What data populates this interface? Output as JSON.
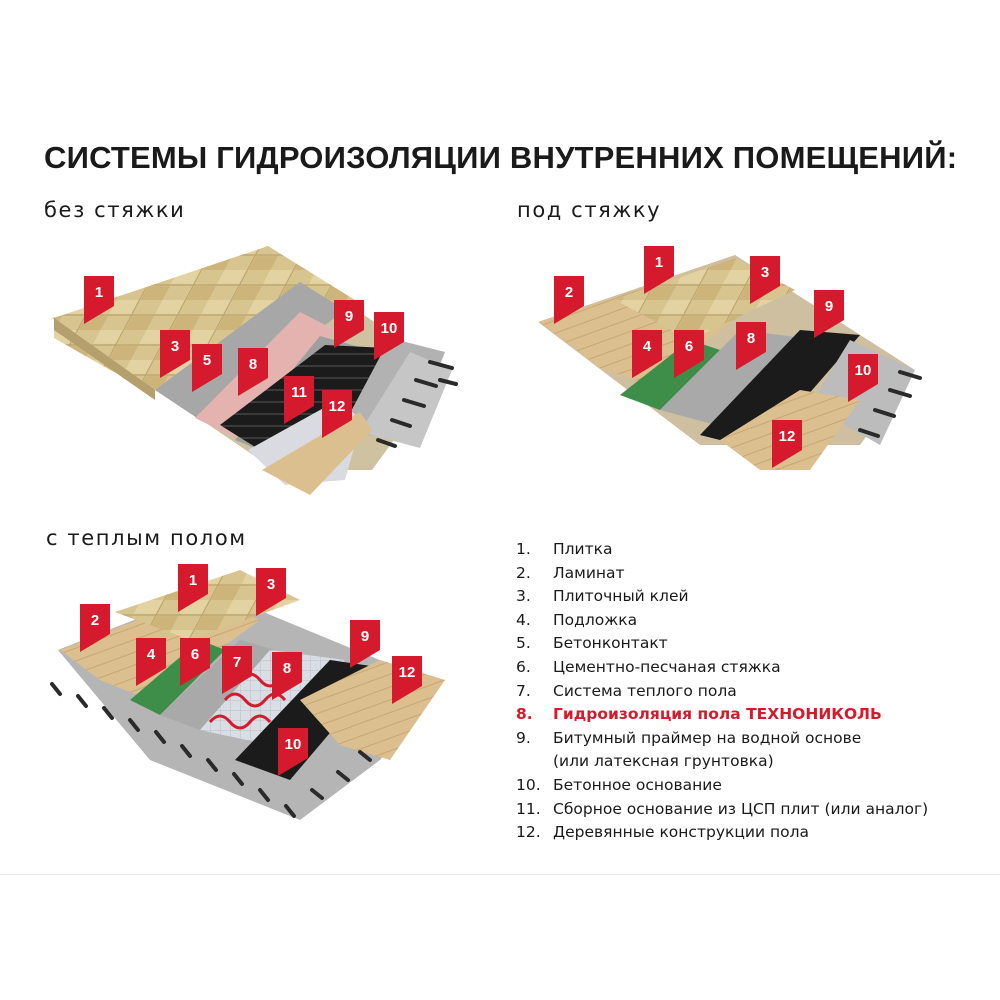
{
  "title": "СИСТЕМЫ ГИДРОИЗОЛЯЦИИ ВНУТРЕННИХ ПОМЕЩЕНИЙ:",
  "colors": {
    "accent": "#d61a2d",
    "tile": "#d6c08c",
    "gray": "#a9a9a9",
    "black": "#1b1b1b",
    "wood": "#dcbf8f",
    "green": "#3f8f4a",
    "pink": "#e5b5b3"
  },
  "diagrams": [
    {
      "label": "без стяжки",
      "markers": [
        {
          "n": "1"
        },
        {
          "n": "3"
        },
        {
          "n": "5"
        },
        {
          "n": "8"
        },
        {
          "n": "9"
        },
        {
          "n": "10"
        },
        {
          "n": "11"
        },
        {
          "n": "12"
        }
      ]
    },
    {
      "label": "под стяжку",
      "markers": [
        {
          "n": "1"
        },
        {
          "n": "2"
        },
        {
          "n": "3"
        },
        {
          "n": "4"
        },
        {
          "n": "6"
        },
        {
          "n": "8"
        },
        {
          "n": "9"
        },
        {
          "n": "10"
        },
        {
          "n": "12"
        }
      ]
    },
    {
      "label": "с теплым полом",
      "markers": [
        {
          "n": "1"
        },
        {
          "n": "2"
        },
        {
          "n": "3"
        },
        {
          "n": "4"
        },
        {
          "n": "6"
        },
        {
          "n": "7"
        },
        {
          "n": "8"
        },
        {
          "n": "9"
        },
        {
          "n": "10"
        },
        {
          "n": "12"
        }
      ]
    }
  ],
  "legend": [
    {
      "num": "1.",
      "text": "Плитка",
      "highlight": false
    },
    {
      "num": "2.",
      "text": "Ламинат",
      "highlight": false
    },
    {
      "num": "3.",
      "text": "Плиточный клей",
      "highlight": false
    },
    {
      "num": "4.",
      "text": "Подложка",
      "highlight": false
    },
    {
      "num": "5.",
      "text": "Бетонконтакт",
      "highlight": false
    },
    {
      "num": "6.",
      "text": "Цементно-песчаная стяжка",
      "highlight": false
    },
    {
      "num": "7.",
      "text": "Система теплого пола",
      "highlight": false
    },
    {
      "num": "8.",
      "text": "Гидроизоляция пола ТЕХНОНИКОЛЬ",
      "highlight": true
    },
    {
      "num": "9.",
      "text": "Битумный праймер на водной основе",
      "text2": "(или латексная грунтовка)",
      "highlight": false
    },
    {
      "num": "10.",
      "text": "Бетонное основание",
      "highlight": false
    },
    {
      "num": "11.",
      "text": "Сборное основание из ЦСП плит (или аналог)",
      "highlight": false
    },
    {
      "num": "12.",
      "text": "Деревянные конструкции пола",
      "highlight": false
    }
  ]
}
